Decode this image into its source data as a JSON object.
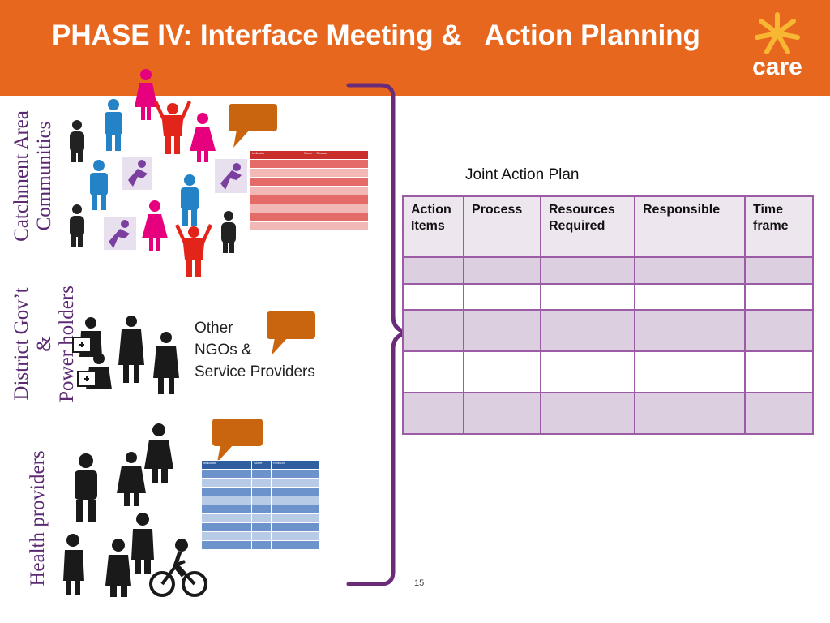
{
  "slide": {
    "title": "PHASE IV: Interface Meeting &   Action Planning",
    "page_number": "15"
  },
  "logo": {
    "text": "care"
  },
  "side_labels": {
    "catchment": "Catchment Area\nCommunities",
    "district": "District  Gov’t &\nPower holders",
    "health": "Health  providers"
  },
  "other_groups": "Other\nNGOs &\nService Providers",
  "action_plan": {
    "title": "Joint Action Plan",
    "columns": [
      "Action Items",
      "Process",
      "Resources Required",
      "Responsible",
      "Time frame"
    ],
    "row_count": 5
  },
  "colors": {
    "header": "#e8671e",
    "bubble": "#c9650f",
    "brace": "#6a2b7a",
    "table_border": "#9b5ba5",
    "table_shade": "#dccfe0",
    "community_table": "#d9534f",
    "health_table": "#4f81bd"
  },
  "community_scorecard": {
    "headers": [
      "Indicator",
      "Score",
      "Reason"
    ],
    "rows": 8
  },
  "health_scorecard": {
    "headers": [
      "Indicator",
      "Score",
      "Reason"
    ],
    "rows": 9
  }
}
